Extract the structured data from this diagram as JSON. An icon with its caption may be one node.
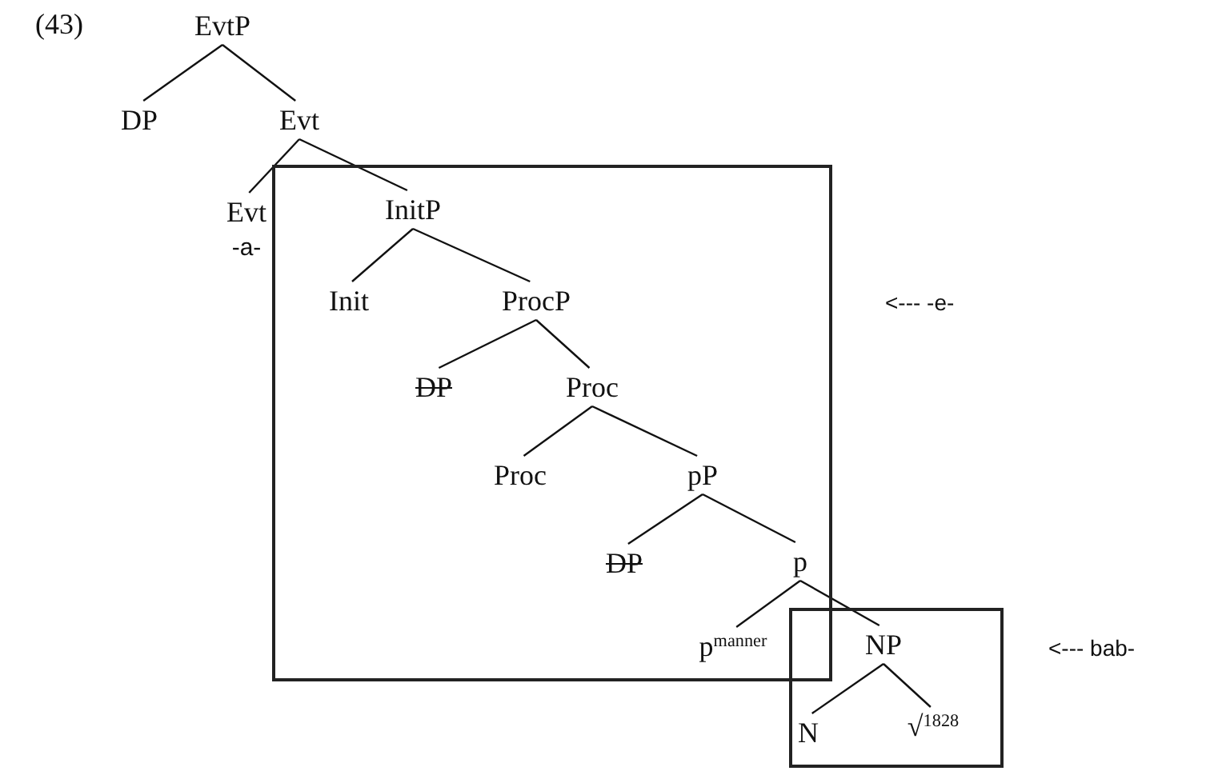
{
  "diagram": {
    "nodes": [
      {
        "text": [
          "EvtP"
        ]
      },
      {
        "text": [
          "DP"
        ]
      },
      {
        "text": [
          "Evt"
        ]
      },
      {
        "text": [
          "Evt",
          "-a-"
        ]
      },
      {
        "text": [],
        "shape": "box"
      },
      {
        "text": [
          "InitP"
        ],
        "in": 4
      },
      {
        "text": [
          "Init"
        ],
        "in": 4
      },
      {
        "text": [
          "ProcP"
        ],
        "in": 4
      },
      {
        "text": [
          "DP"
        ],
        "in": 4
      },
      {
        "text": [
          "Proc"
        ],
        "in": 4
      },
      {
        "text": [
          "Proc"
        ],
        "in": 4
      },
      {
        "text": [
          "pP"
        ],
        "in": 4
      },
      {
        "text": [
          "DP"
        ],
        "in": 4
      },
      {
        "text": [
          "p"
        ],
        "in": 4
      },
      {
        "text": [
          "p$^{manner}$"
        ],
        "in": 4
      },
      {
        "text": [],
        "shape": "box"
      },
      {
        "text": [
          "NP"
        ],
        "in": 15
      },
      {
        "text": [
          "N"
        ],
        "in": 15
      },
      {
        "text": [
          "√$^{1828}$"
        ],
        "in": 15
      }
    ],
    "edges": [
      {
        "from": 0,
        "to": 1,
        "arrow": "none"
      },
      {
        "from": 0,
        "to": 2,
        "arrow": "none"
      },
      {
        "from": 2,
        "to": 3,
        "arrow": "none"
      },
      {
        "from": 2,
        "to": 5,
        "arrow": "none"
      },
      {
        "from": 5,
        "to": 6,
        "arrow": "none"
      },
      {
        "from": 5,
        "to": 7,
        "arrow": "none"
      },
      {
        "from": 7,
        "to": 8,
        "arrow": "none"
      },
      {
        "from": 7,
        "to": 9,
        "arrow": "none"
      },
      {
        "from": 9,
        "to": 10,
        "arrow": "none"
      },
      {
        "from": 9,
        "to": 11,
        "arrow": "none"
      },
      {
        "from": 11,
        "to": 12,
        "arrow": "none"
      },
      {
        "from": 11,
        "to": 13,
        "arrow": "none"
      },
      {
        "from": 13,
        "to": 14,
        "arrow": "none"
      },
      {
        "from": 13,
        "to": 16,
        "arrow": "none"
      },
      {
        "from": 16,
        "to": 17,
        "arrow": "none"
      },
      {
        "from": 16,
        "to": 18,
        "arrow": "none"
      }
    ],
    "labels": [
      "(43)",
      "<--- -e-",
      "<--- bab-"
    ]
  }
}
